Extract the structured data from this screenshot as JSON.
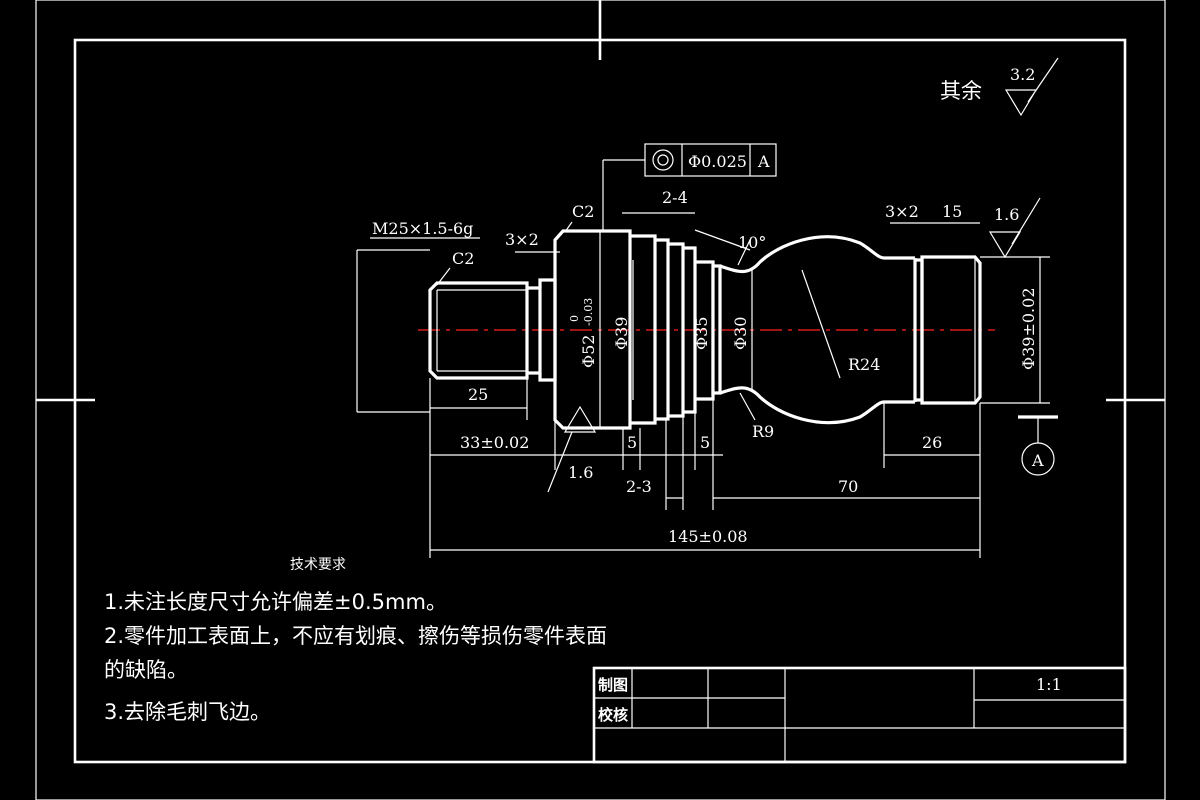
{
  "surface_note": {
    "label": "其余",
    "roughness": "3.2"
  },
  "tolerance_frame": {
    "symbol": "◎",
    "tolerance": "Φ0.025",
    "datum": "A"
  },
  "datum_label": "A",
  "dimensions": {
    "thread": "M25×1.5-6g",
    "chamfer_left": "C2",
    "chamfer_right": "C2",
    "groove_left": "3×2",
    "groove_right": "3×2",
    "range_top": "2-4",
    "angle": "10°",
    "width_15": "15",
    "roughness_right": "1.6",
    "roughness_bottom": "1.6",
    "len_25": "25",
    "len_33": "33±0.02",
    "len_5a": "5",
    "len_5b": "5",
    "range_bottom": "2-3",
    "len_70": "70",
    "len_26": "26",
    "total": "145±0.08",
    "radius_24": "R24",
    "radius_9": "R9",
    "dia_52": "Φ52",
    "dia_52_tol_upper": "0",
    "dia_52_tol_lower": "-0.03",
    "dia_39": "Φ39",
    "dia_35": "Φ35",
    "dia_30": "Φ30",
    "dia_39_tol": "Φ39±0.02"
  },
  "tech_requirements": {
    "title": "技术要求",
    "items": [
      "1.未注长度尺寸允许偏差±0.5mm。",
      "2.零件加工表面上，不应有划痕、擦伤等损伤零件表面",
      "的缺陷。",
      "3.去除毛刺飞边。"
    ]
  },
  "title_block": {
    "drawn_label": "制图",
    "checked_label": "校核",
    "scale": "1:1"
  },
  "colors": {
    "background": "#000000",
    "lines": "#ffffff",
    "center_line": "#ff2020"
  }
}
